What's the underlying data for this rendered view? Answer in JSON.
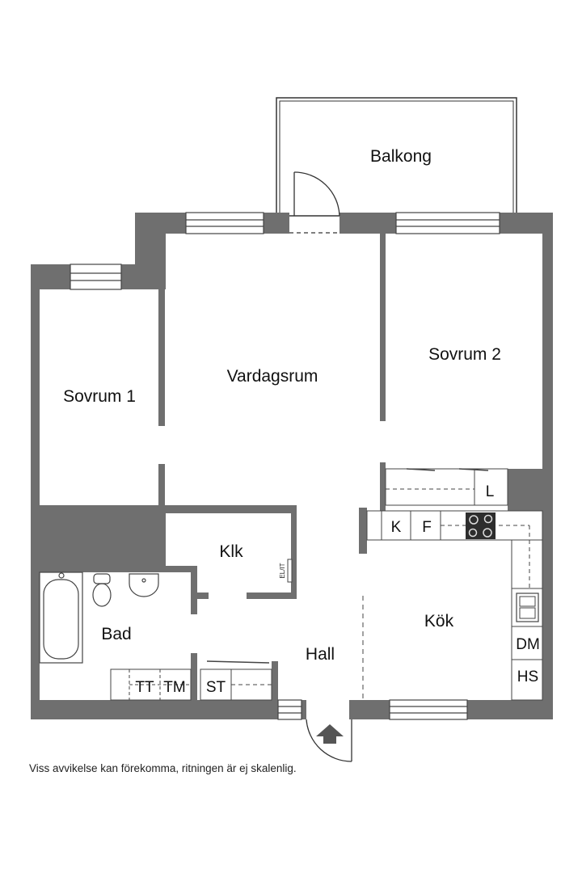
{
  "rooms": {
    "balkong": "Balkong",
    "vardagsrum": "Vardagsrum",
    "sovrum1": "Sovrum 1",
    "sovrum2": "Sovrum 2",
    "klk": "Klk",
    "bad": "Bad",
    "hall": "Hall",
    "kok": "Kök"
  },
  "fixtures": {
    "l": "L",
    "k": "K",
    "f": "F",
    "dm": "DM",
    "hs": "HS",
    "st": "ST",
    "tt": "TT",
    "tm": "TM",
    "el_it": "EL/IT"
  },
  "disclaimer": "Viss avvikelse kan förekomma, ritningen är ej skalenlig.",
  "colors": {
    "wall": "#6f6f6f",
    "background": "#ffffff",
    "line": "#444444"
  }
}
